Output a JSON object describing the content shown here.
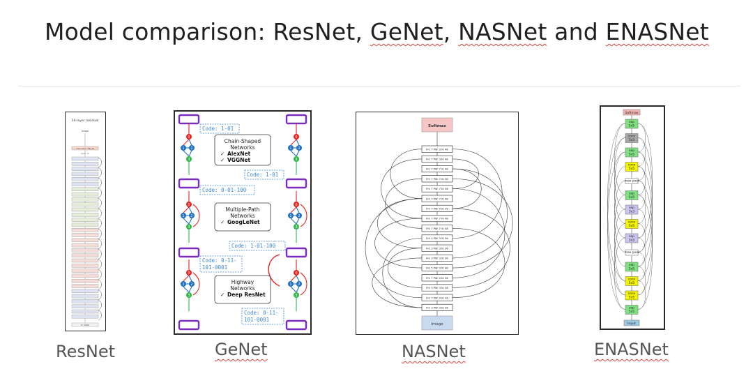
{
  "slide": {
    "title_parts": [
      "Model comparison: ResNet, ",
      "GeNet",
      ", ",
      "NASNet",
      " and ",
      "ENASNet"
    ]
  },
  "captions": {
    "resnet": "ResNet",
    "genet": "GeNet",
    "nasnet": "NASNet",
    "enasnet": "ENASNet"
  },
  "resnet": {
    "title": "34-layer residual",
    "input_label": "image",
    "first_layer": "7×7 conv, 64, /2",
    "pool_label": "pool, /2",
    "last_layer": "fc 1000"
  },
  "genet": {
    "codes": [
      "Code: 1-01",
      "Code: 1-01",
      "Code: 0-01-100",
      "Code: 1-01-100",
      "Code: 0-11-",
      "101-0001",
      "Code: 0-11-",
      "101-0001"
    ],
    "stage1": {
      "title": [
        "Chain-Shaped",
        "Networks"
      ],
      "items": [
        "AlexNet",
        "VGGNet"
      ]
    },
    "stage2": {
      "title": [
        "Multiple-Path",
        "Networks"
      ],
      "items": [
        "GoogLeNet"
      ]
    },
    "stage3": {
      "title": [
        "Highway",
        "Networks"
      ],
      "items": [
        "Deep ResNet"
      ]
    },
    "check": "✓"
  },
  "nasnet": {
    "top": "Softmax",
    "bottom": "Image",
    "cell_labels": [
      "FH: 7 PW: 3 N: 48",
      "FH: 7 PW: 3 N: 48",
      "FH: 7 PW: 7 N: 48",
      "FH: 7 PW: 7 N: 36",
      "FH: 7 PW: 7 N: 36",
      "FH: 7 PW: 7 N: 48",
      "FH: 7 PW: 5 N: 36",
      "FH: 7 PW: 7 N: 48",
      "FH: 7 PW: 7 N: 48",
      "FH: 5 PW: 3 N: 36",
      "FH: 3 PW: 3 N: 36",
      "FH: 3 PW: 3 N: 36",
      "FH: 5 PW: 3 N: 48",
      "FH: 7 PW: 5 N: 36",
      "FH: 3 PW: 3 N: 36",
      "FH: 7 PW: 3 N: 36",
      "FH: 3 PW: 3 N: 36"
    ]
  },
  "enasnet": {
    "top": "Softmax",
    "bottom": "Input",
    "ops": [
      {
        "label": [
          "sep",
          "5x5"
        ],
        "color": "#7ee07e"
      },
      {
        "label": [
          "conv",
          "3x3"
        ],
        "color": "#a6a6a6"
      },
      {
        "label": [
          "sep",
          "5x5"
        ],
        "color": "#7ee07e"
      },
      {
        "label": [
          "conv",
          "5x5"
        ],
        "color": "#f2f200"
      },
      {
        "label": [
          "max pool"
        ],
        "color": "#ffffff"
      },
      {
        "label": [
          "sep",
          "5x5"
        ],
        "color": "#7ee07e"
      },
      {
        "label": [
          "sep",
          "3x3"
        ],
        "color": "#c9c4ee"
      },
      {
        "label": [
          "conv",
          "5x5"
        ],
        "color": "#f2f200"
      },
      {
        "label": [
          "sep",
          "3x3"
        ],
        "color": "#c9c4ee"
      },
      {
        "label": [
          "max pool"
        ],
        "color": "#ffffff"
      },
      {
        "label": [
          "sep",
          "5x5"
        ],
        "color": "#7ee07e"
      },
      {
        "label": [
          "conv",
          "5x5"
        ],
        "color": "#f2f200"
      },
      {
        "label": [
          "conv",
          "5x5"
        ],
        "color": "#f2f200"
      },
      {
        "label": [
          "sep",
          "5x5"
        ],
        "color": "#7ee07e"
      }
    ]
  }
}
